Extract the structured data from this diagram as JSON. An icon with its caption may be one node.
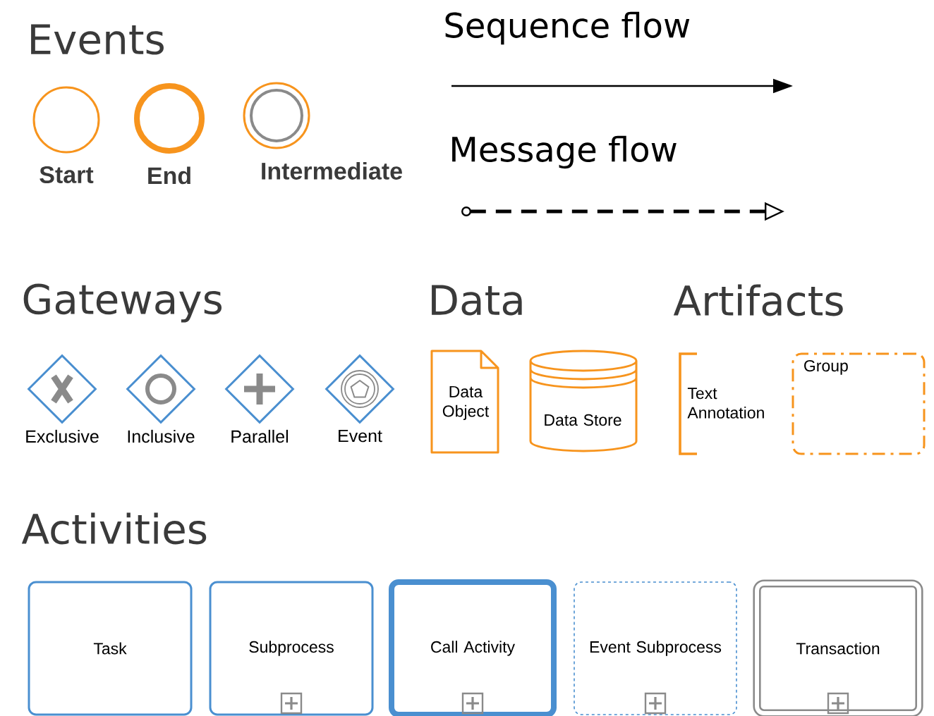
{
  "diagram": {
    "nodes": [
      {
        "text": [
          "Start"
        ]
      },
      {
        "text": [
          "End"
        ]
      },
      {
        "text": [
          "Intermediate"
        ]
      },
      {
        "text": [
          "Exclusive"
        ]
      },
      {
        "text": [
          "Inclusive"
        ]
      },
      {
        "text": [
          "Parallel"
        ]
      },
      {
        "text": [
          "Event"
        ]
      },
      {
        "text": [
          "Data Object"
        ]
      },
      {
        "text": [
          "Data Store"
        ]
      },
      {
        "text": [
          "Text Annotation"
        ]
      },
      {
        "text": [
          "Group"
        ]
      },
      {
        "text": [
          "Task"
        ]
      },
      {
        "text": [
          "Subprocess"
        ]
      },
      {
        "text": [
          "Call Activity"
        ]
      },
      {
        "text": [
          "Event Subprocess"
        ]
      },
      {
        "text": [
          "Transaction"
        ]
      }
    ],
    "labels": [
      "Events",
      "Gateways",
      "Data",
      "Artifacts",
      "Activities"
    ],
    "legend": [
      {
        "text": "Sequence flow"
      },
      {
        "text": "Message flow"
      }
    ]
  }
}
